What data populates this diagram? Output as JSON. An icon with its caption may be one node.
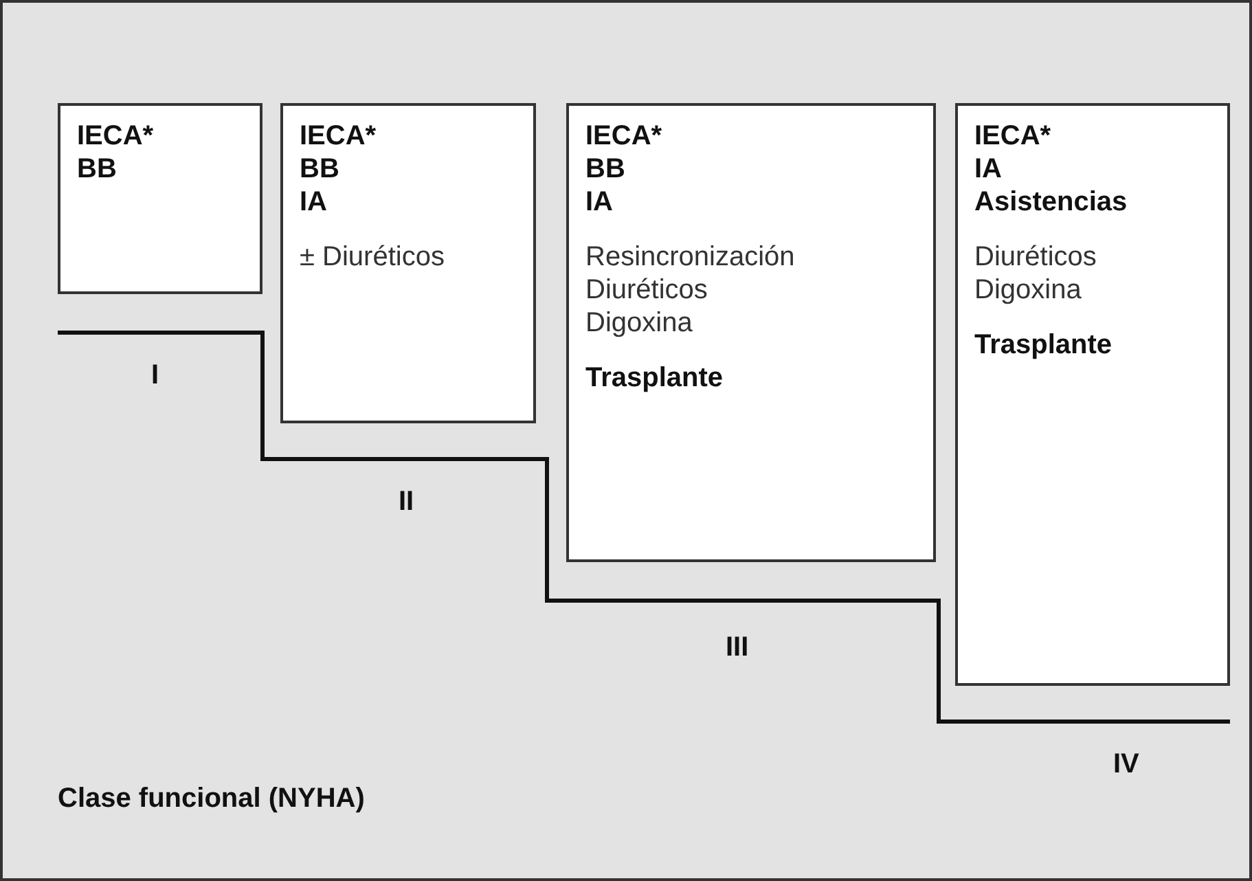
{
  "diagram": {
    "nodes": [
      {
        "text": [
          "IECA* BB"
        ]
      },
      {
        "text": [
          "IECA* BB IA",
          "± Diuréticos"
        ]
      },
      {
        "text": [
          "IECA* BB IA",
          "Resincronización Diuréticos Digoxina",
          "Trasplante"
        ]
      },
      {
        "text": [
          "IECA* IA Asistencias",
          "Diuréticos Digoxina",
          "Trasplante"
        ]
      }
    ],
    "labels": [
      "I",
      "II",
      "III",
      "IV",
      "Clase funcional (NYHA)"
    ]
  }
}
